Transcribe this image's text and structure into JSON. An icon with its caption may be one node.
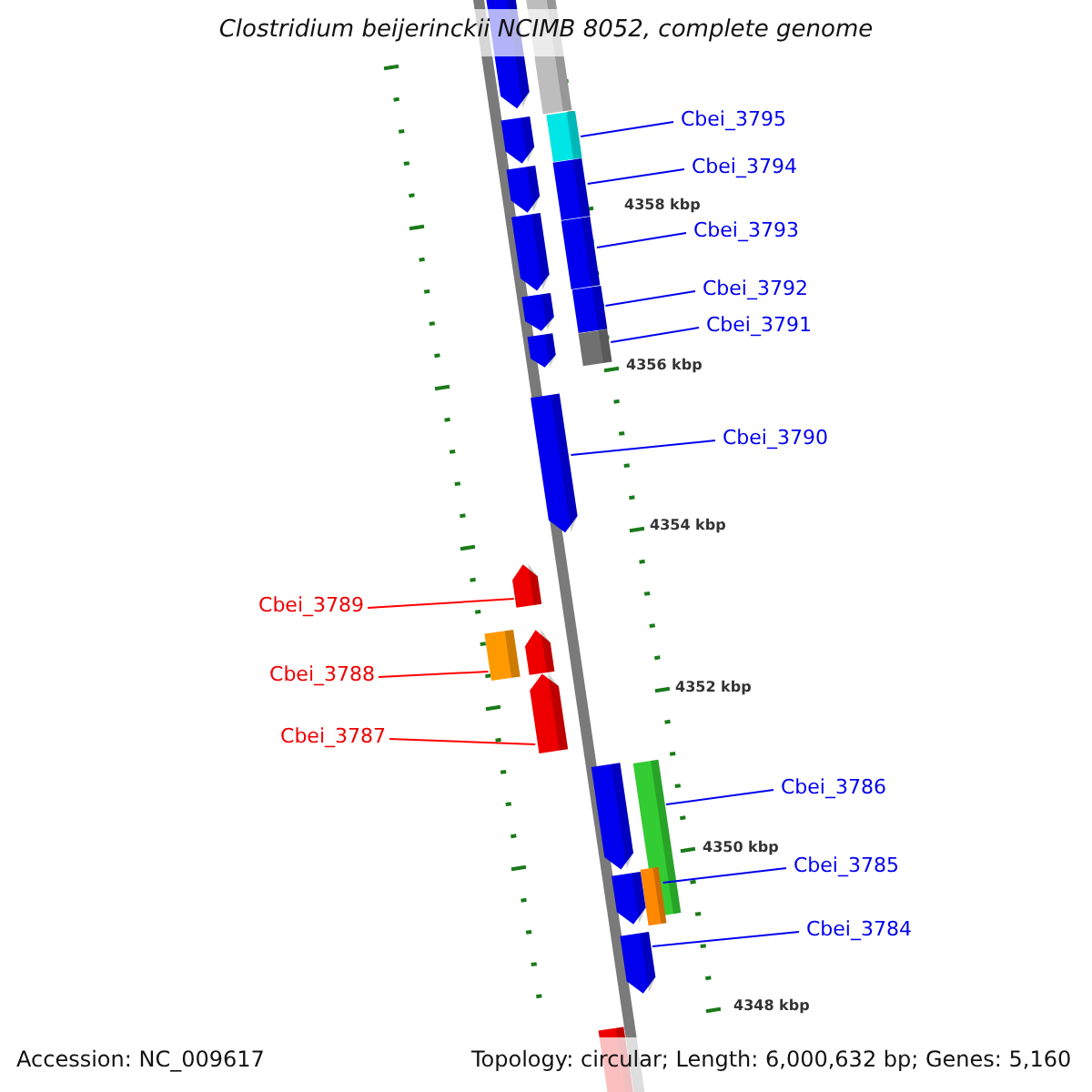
{
  "diagram": {
    "title": "Clostridium beijerinckii NCIMB 8052, complete genome",
    "nodes": [
      {
        "text": [
          "Cbei_3795"
        ]
      },
      {
        "text": [
          "Cbei_3794"
        ]
      },
      {
        "text": [
          "Cbei_3793"
        ]
      },
      {
        "text": [
          "Cbei_3792"
        ]
      },
      {
        "text": [
          "Cbei_3791"
        ]
      },
      {
        "text": [
          "Cbei_3790"
        ]
      },
      {
        "text": [
          "Cbei_3789"
        ]
      },
      {
        "text": [
          "Cbei_3788"
        ]
      },
      {
        "text": [
          "Cbei_3787"
        ]
      },
      {
        "text": [
          "Cbei_3786"
        ]
      },
      {
        "text": [
          "Cbei_3785"
        ]
      },
      {
        "text": [
          "Cbei_3784"
        ]
      },
      {
        "text": [],
        "shape": "box"
      },
      {
        "text": [],
        "shape": "pentagon"
      },
      {
        "text": [],
        "shape": "box"
      },
      {
        "text": [],
        "shape": "pentagon"
      },
      {
        "text": [],
        "shape": "box"
      },
      {
        "text": [],
        "shape": "pentagon"
      },
      {
        "text": [],
        "shape": "pentagon"
      },
      {
        "text": [],
        "shape": "box"
      },
      {
        "text": [],
        "shape": "box"
      },
      {
        "text": [],
        "shape": "pentagon"
      },
      {
        "text": [],
        "shape": "box"
      },
      {
        "text": [],
        "shape": "pentagon"
      },
      {
        "text": [],
        "shape": "pentagon"
      },
      {
        "text": [],
        "shape": "pentagon"
      },
      {
        "text": [],
        "shape": "pentagon"
      },
      {
        "text": [],
        "shape": "box"
      },
      {
        "text": [],
        "shape": "pentagon"
      },
      {
        "text": [],
        "shape": "box"
      },
      {
        "text": [],
        "shape": "pentagon"
      },
      {
        "text": [],
        "shape": "box"
      },
      {
        "text": [],
        "shape": "pentagon"
      },
      {
        "text": [],
        "shape": "pentagon"
      },
      {
        "text": [],
        "shape": "box"
      }
    ],
    "edges": [
      {
        "from": 0,
        "to": 14,
        "arrow": "none"
      },
      {
        "from": 1,
        "to": 16,
        "arrow": "none"
      },
      {
        "from": 2,
        "to": 19,
        "arrow": "none"
      },
      {
        "from": 3,
        "to": 20,
        "arrow": "none"
      },
      {
        "from": 4,
        "to": 22,
        "arrow": "none"
      },
      {
        "from": 5,
        "to": 24,
        "arrow": "none"
      },
      {
        "from": 6,
        "to": 25,
        "arrow": "none",
        "color": "#ff0000"
      },
      {
        "from": 7,
        "to": 27,
        "arrow": "none",
        "color": "#ff0000"
      },
      {
        "from": 8,
        "to": 28,
        "arrow": "none",
        "color": "#ff0000"
      },
      {
        "from": 9,
        "to": 29,
        "arrow": "none"
      },
      {
        "from": 10,
        "to": 31,
        "arrow": "none"
      },
      {
        "from": 11,
        "to": 33,
        "arrow": "none"
      }
    ],
    "labels": [
      "4358 kbp",
      "4356 kbp",
      "4354 kbp",
      "4352 kbp",
      "4350 kbp",
      "4348 kbp",
      "Accession: NC_009617",
      "Topology: circular; Length: 6,000,632 bp; Genes: 5,160"
    ]
  }
}
